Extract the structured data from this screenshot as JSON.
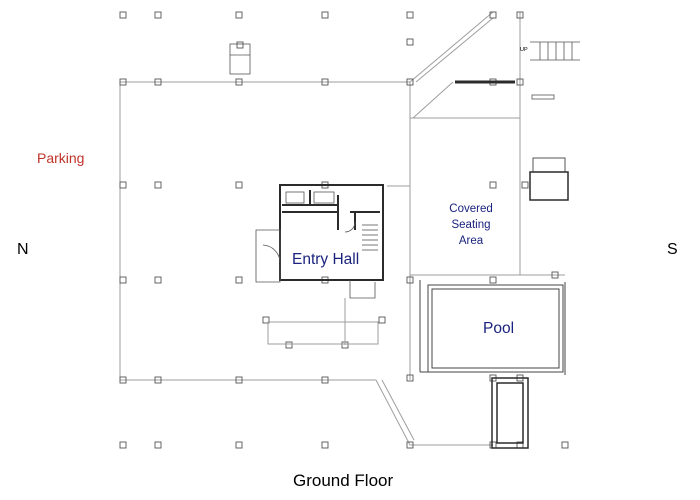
{
  "plan": {
    "caption": "Ground Floor",
    "compass": {
      "north": "N",
      "south": "S"
    },
    "areas": {
      "parking": "Parking",
      "covered_seating": [
        "Covered",
        "Seating",
        "Area"
      ],
      "entry_hall": "Entry Hall",
      "pool": "Pool"
    },
    "stair_marker": "UP"
  },
  "colors": {
    "line": "#9e9e9e",
    "dark_line": "#2b2b2b",
    "parking_label": "#c0322a",
    "room_label": "#1a237e"
  }
}
